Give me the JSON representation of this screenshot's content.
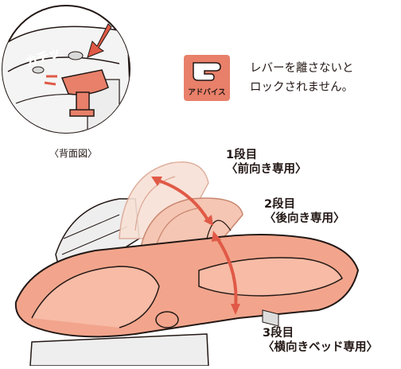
{
  "inset": {
    "sound_label": "カチッ",
    "caption": "〈背面図〉"
  },
  "advice": {
    "badge_label": "アドバイス",
    "line1": "レバーを離さないと",
    "line2": "ロックされません。"
  },
  "steps": [
    {
      "number": "1段目",
      "description": "〈前向き専用〉"
    },
    {
      "number": "2段目",
      "description": "〈後向き専用〉"
    },
    {
      "number": "3段目",
      "description": "〈横向きベッド専用〉"
    }
  ],
  "colors": {
    "accent": "#e8806a",
    "seat_fill": "#f2a58c",
    "seat_light": "#f8d6c8",
    "arrow": "#e05a47",
    "line": "#231815"
  }
}
